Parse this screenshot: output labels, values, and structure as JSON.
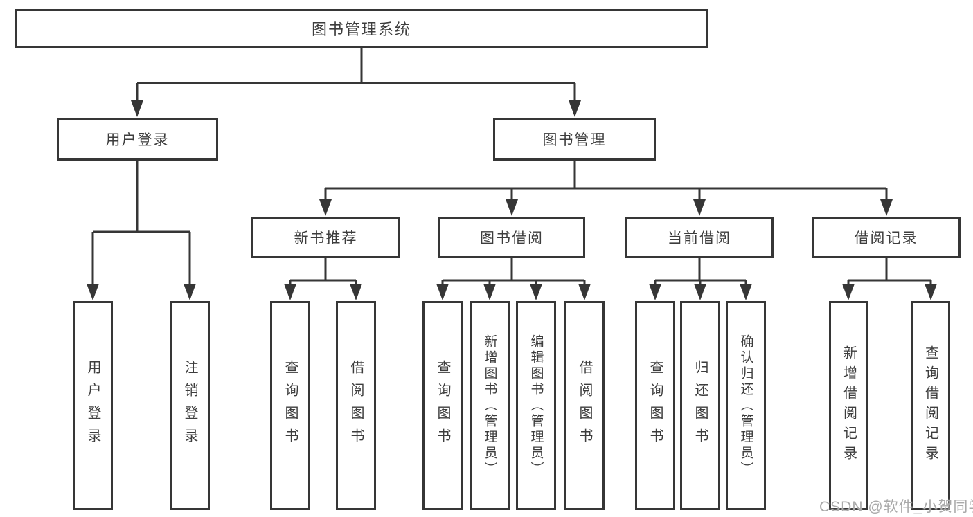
{
  "diagram": {
    "root": {
      "label": "图书管理系统"
    },
    "branches": [
      {
        "label": "用户登录",
        "leaves": [
          "用户登录",
          "注销登录"
        ]
      },
      {
        "label": "图书管理",
        "groups": [
          {
            "label": "新书推荐",
            "leaves": [
              "查询图书",
              "借阅图书"
            ]
          },
          {
            "label": "图书借阅",
            "leaves": [
              "查询图书",
              "新增图书（管理员）",
              "编辑图书（管理员）",
              "借阅图书"
            ]
          },
          {
            "label": "当前借阅",
            "leaves": [
              "查询图书",
              "归还图书",
              "确认归还（管理员）"
            ]
          },
          {
            "label": "借阅记录",
            "leaves": [
              "新增借阅记录",
              "查询借阅记录"
            ]
          }
        ]
      }
    ]
  },
  "watermark": {
    "text": "CSDN @软件_小贺同学"
  },
  "colors": {
    "line": "#363636",
    "text": "#3d3d3d",
    "watermark": "#a9a9a9",
    "background": "#ffffff"
  }
}
